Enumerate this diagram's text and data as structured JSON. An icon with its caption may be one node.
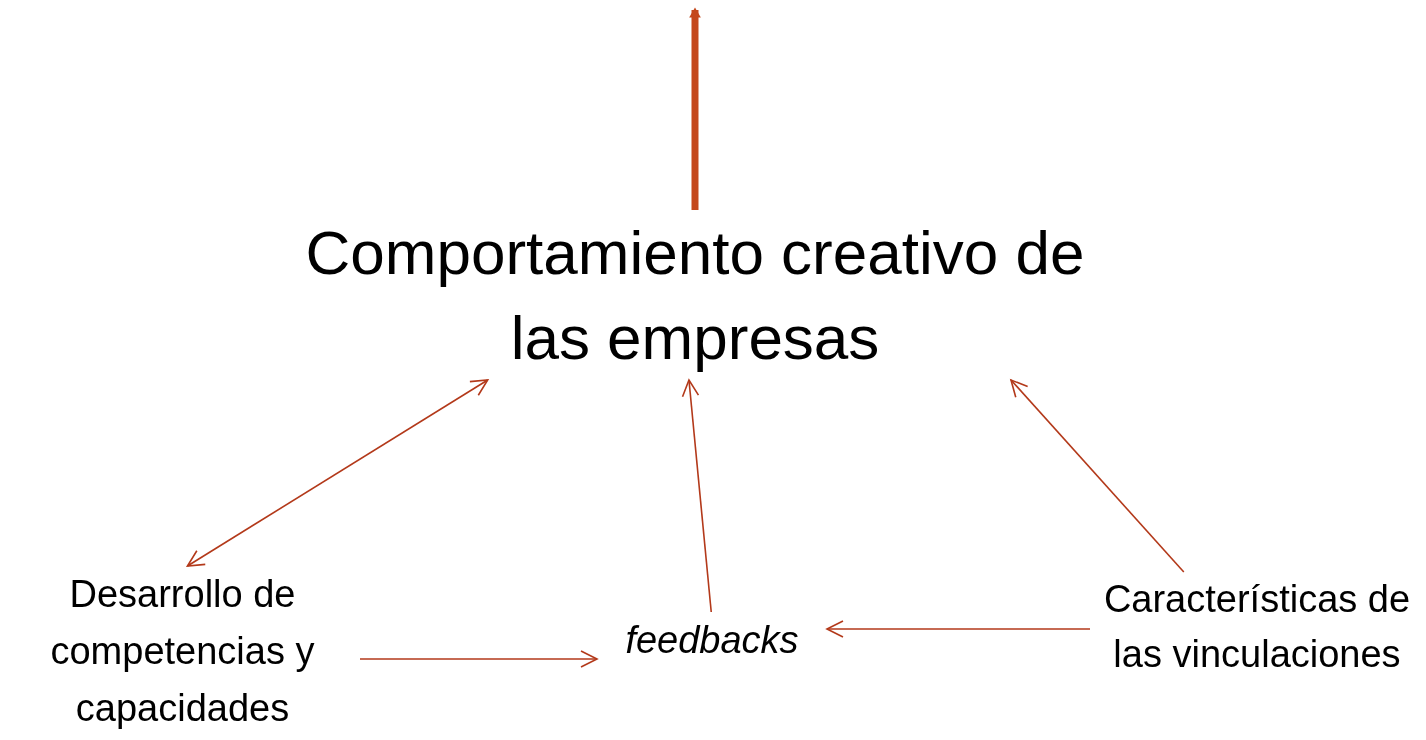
{
  "diagram": {
    "nodes": [
      {
        "text": [
          "Comportamiento creativo de las empresas"
        ]
      },
      {
        "text": [
          "Desarrollo de competencias y capacidades"
        ]
      },
      {
        "text": [
          "feedbacks"
        ]
      },
      {
        "text": [
          "Características de las vinculaciones"
        ]
      }
    ],
    "edges": [
      {
        "from": 0,
        "to": 1,
        "arrow": "both"
      },
      {
        "from": 2,
        "to": 0,
        "arrow": "to"
      },
      {
        "from": 3,
        "to": 0,
        "arrow": "to"
      },
      {
        "from": 1,
        "to": 2,
        "arrow": "to"
      },
      {
        "from": 3,
        "to": 2,
        "arrow": "to"
      },
      {
        "from": 0,
        "to": null,
        "arrow": "to",
        "style": "thick"
      }
    ]
  }
}
